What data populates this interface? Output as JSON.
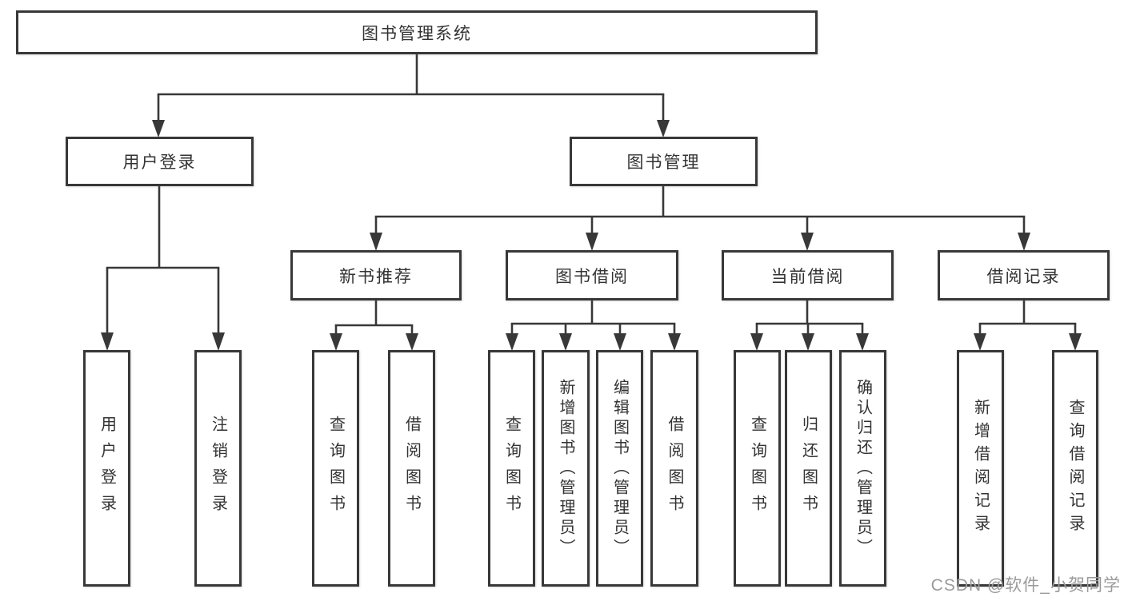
{
  "nodes": {
    "root": "图书管理系统",
    "l2": [
      "用户登录",
      "图书管理"
    ],
    "l3": [
      "新书推荐",
      "图书借阅",
      "当前借阅",
      "借阅记录"
    ],
    "leaves": [
      "用户登录",
      "注销登录",
      "查询图书",
      "借阅图书",
      "查询图书",
      "新增图书（管理员）",
      "编辑图书（管理员）",
      "借阅图书",
      "查询图书",
      "归还图书",
      "确认归还（管理员）",
      "新增借阅记录",
      "查询借阅记录"
    ]
  },
  "watermark": "CSDN @软件_小贺同学",
  "colors": {
    "line": "#383838",
    "text": "#333333",
    "box_fill": "#ffffff",
    "watermark": "#9a9a9a",
    "background": "#ffffff"
  }
}
